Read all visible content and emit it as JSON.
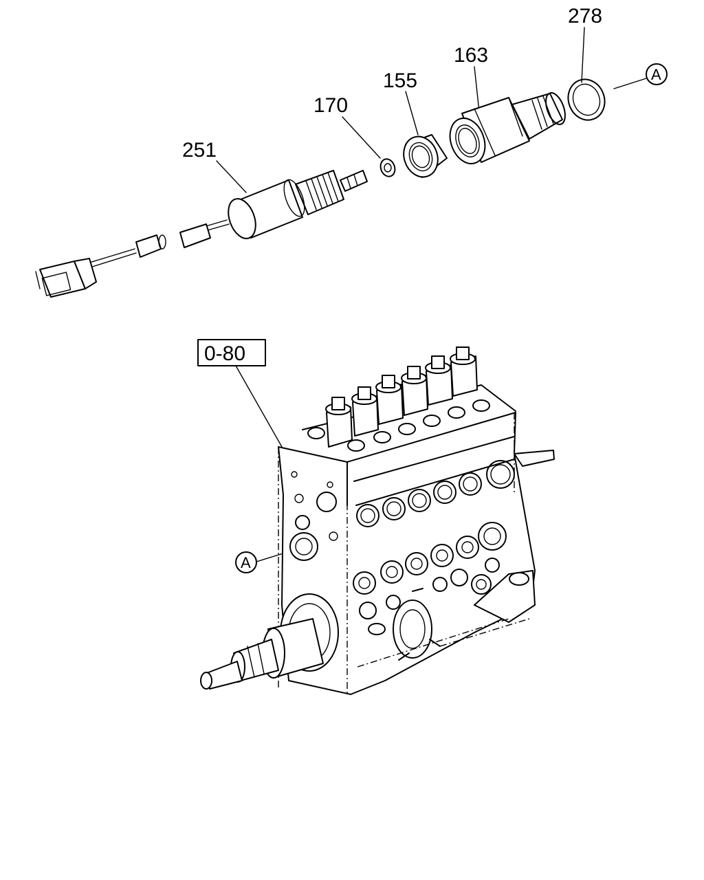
{
  "callouts": {
    "p278": "278",
    "p163": "163",
    "p155": "155",
    "p170": "170",
    "p251": "251",
    "ref_box": "0-80",
    "circle_a_top": "A",
    "circle_a_pump": "A"
  }
}
